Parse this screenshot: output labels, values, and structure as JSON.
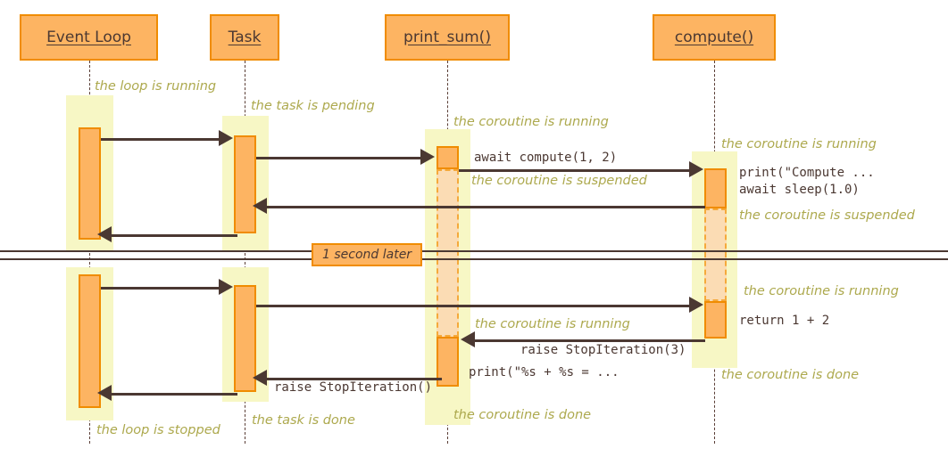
{
  "diagram": {
    "title": "asyncio coroutine sequence diagram",
    "colors": {
      "participant_fill": "#FDB462",
      "participant_border": "#F08C00",
      "state_box": "#F7F7C5",
      "activation_fill": "#FDB462",
      "activation_border": "#F08C00",
      "suspended_fill": "#FBDCB4",
      "suspended_border": "#F5A93B",
      "arrow": "#4B3832",
      "note_text": "#ADA94E",
      "code_text": "#4B3832",
      "background": "#FFFFFF"
    }
  },
  "participants": [
    {
      "id": "event-loop",
      "label": "Event Loop"
    },
    {
      "id": "task",
      "label": "Task"
    },
    {
      "id": "print-sum",
      "label": "print_sum()"
    },
    {
      "id": "compute",
      "label": "compute()"
    }
  ],
  "divider": {
    "label": "1 second later"
  },
  "notes": [
    {
      "id": "loop-running",
      "text": "the loop is running"
    },
    {
      "id": "task-pending",
      "text": "the task is pending"
    },
    {
      "id": "printsum-running-1",
      "text": "the coroutine is running"
    },
    {
      "id": "compute-running-1",
      "text": "the coroutine is running"
    },
    {
      "id": "printsum-suspended",
      "text": "the coroutine is suspended"
    },
    {
      "id": "compute-suspended",
      "text": "the coroutine is suspended"
    },
    {
      "id": "compute-running-2",
      "text": "the coroutine is running"
    },
    {
      "id": "printsum-running-2",
      "text": "the coroutine is running"
    },
    {
      "id": "compute-done",
      "text": "the coroutine is done"
    },
    {
      "id": "printsum-done",
      "text": "the coroutine is done"
    },
    {
      "id": "task-done",
      "text": "the task is done"
    },
    {
      "id": "loop-stopped",
      "text": "the loop is stopped"
    }
  ],
  "messages": [
    {
      "id": "await-compute",
      "text": "await compute(1, 2)"
    },
    {
      "id": "compute-print",
      "text": "print(\"Compute ..."
    },
    {
      "id": "compute-sleep",
      "text": "await sleep(1.0)"
    },
    {
      "id": "compute-return",
      "text": "return 1 + 2"
    },
    {
      "id": "raise-stopiteration-3",
      "text": "raise StopIteration(3)"
    },
    {
      "id": "printsum-print",
      "text": "print(\"%s + %s = ..."
    },
    {
      "id": "raise-stopiteration",
      "text": "raise StopIteration()"
    }
  ]
}
